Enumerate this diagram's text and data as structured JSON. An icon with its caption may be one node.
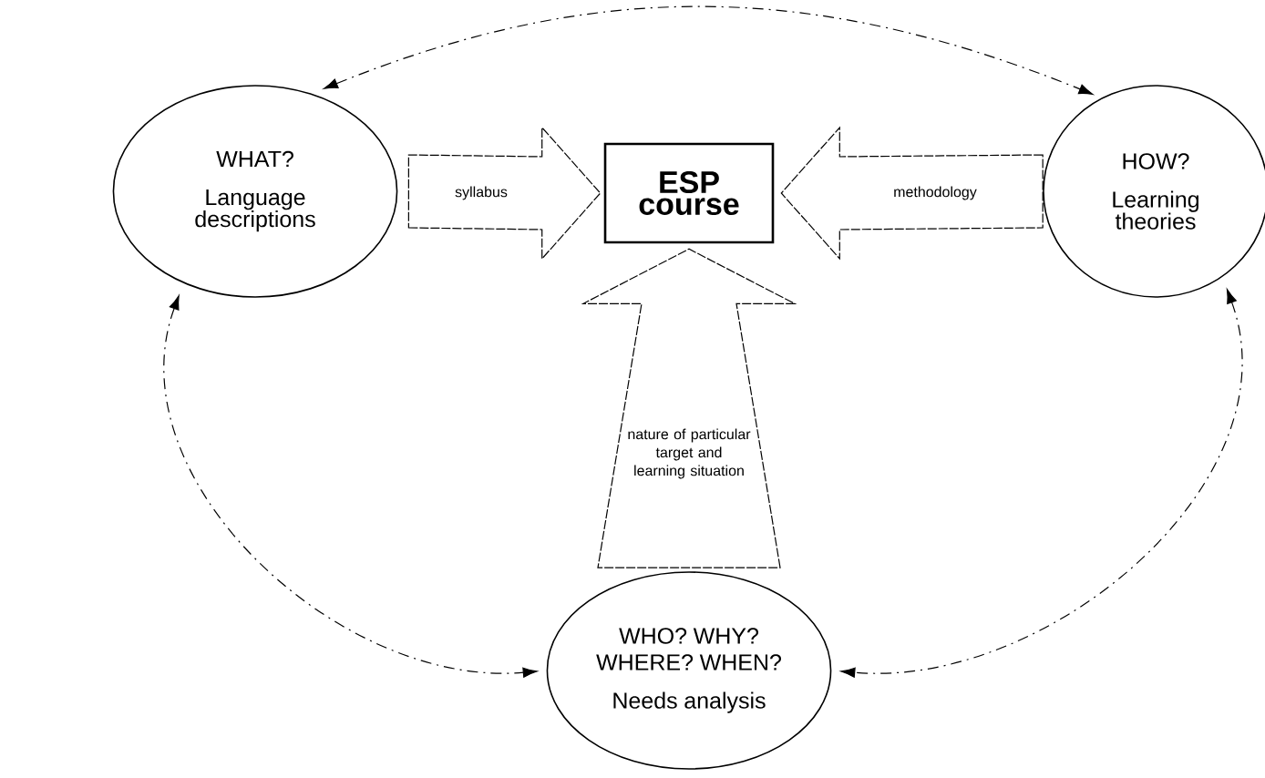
{
  "diagram": {
    "nodes": [
      {
        "text": [
          "ESP course"
        ]
      },
      {
        "text": [
          "WHAT?",
          "Language descriptions"
        ]
      },
      {
        "text": [
          "HOW?",
          "Learning theories"
        ]
      },
      {
        "text": [
          "WHO? WHY? WHERE? WHEN?",
          "Needs analysis"
        ]
      }
    ],
    "edges": [
      {
        "from": 1,
        "to": 0,
        "arrow": "to",
        "label": "syllabus"
      },
      {
        "from": 2,
        "to": 0,
        "arrow": "to",
        "label": "methodology"
      },
      {
        "from": 3,
        "to": 0,
        "arrow": "to",
        "label": "nature of particular target and learning situation"
      },
      {
        "from": 1,
        "to": 2,
        "arrow": "both",
        "style": "dashed"
      },
      {
        "from": 1,
        "to": 3,
        "arrow": "both",
        "style": "dashed"
      },
      {
        "from": 2,
        "to": 3,
        "arrow": "both",
        "style": "dashed"
      }
    ]
  }
}
